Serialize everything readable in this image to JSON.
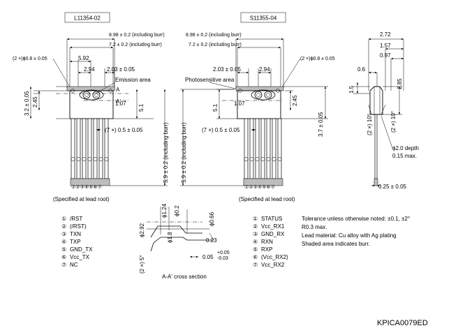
{
  "left_part": {
    "model": "L11354-02",
    "dims": {
      "width_burr": "8.98 ± 0.2 (including burr)",
      "width2_burr": "7.2 ± 0.2 (including burr)",
      "hole": "(2 ×)ϕ0.8 ± 0.05",
      "d592": "5.92",
      "d294": "2.94",
      "d203": "2.03 ± 0.05",
      "emission": "Emission area",
      "a_label": "A",
      "a_prime": "A'",
      "d107": "1.07",
      "d32": "3.2 ± 0.05",
      "d245": "2.45",
      "d51": "5.1",
      "pitch": "(7 ×) 0.5 ± 0.05",
      "lead_len": "5.9 ± 0.2 (including burr)"
    },
    "note": "(Specified at lead root)",
    "pins": [
      {
        "num": "①",
        "name": "/RST"
      },
      {
        "num": "②",
        "name": "(/RST)"
      },
      {
        "num": "③",
        "name": "TXN"
      },
      {
        "num": "④",
        "name": "TXP"
      },
      {
        "num": "⑤",
        "name": "GND_TX"
      },
      {
        "num": "⑥",
        "name": "Vcc_TX"
      },
      {
        "num": "⑦",
        "name": "NC"
      }
    ]
  },
  "right_part": {
    "model": "S11355-04",
    "dims": {
      "width_burr": "8.98 ± 0.2 (including burr)",
      "width2_burr": "7.2 ± 0.2 (including burr)",
      "hole": "(2 ×)ϕ0.8 ± 0.05",
      "d203": "2.03 ± 0.05",
      "d294": "2.94",
      "photo": "Photosensitive area",
      "d107": "1.07",
      "d51": "5.1",
      "d245": "2.45",
      "d37": "3.7 ± 0.05",
      "pitch": "(7 ×) 0.5 ± 0.05",
      "lead_len": "5.9 ± 0.2 (including burr)"
    },
    "note": "(Specified at lead root)",
    "pins": [
      {
        "num": "①",
        "name": "STATUS"
      },
      {
        "num": "②",
        "name": "Vcc_RX1"
      },
      {
        "num": "③",
        "name": "GND_RX"
      },
      {
        "num": "④",
        "name": "RXN"
      },
      {
        "num": "⑤",
        "name": "RXP"
      },
      {
        "num": "⑥",
        "name": "(Vcc_RX2)"
      },
      {
        "num": "⑦",
        "name": "Vcc_RX2"
      }
    ]
  },
  "side_view": {
    "d272": "2.72",
    "d157": "1.57",
    "d097": "0.97",
    "d06": "0.6",
    "d15": "1.5",
    "d285": "2.85",
    "angle_left": "(2 ×) 10°",
    "angle_right": "(2 ×) 10°",
    "depth": "ϕ2.0 depth",
    "depth2": "0.15 max.",
    "lead_w": "0.25 ± 0.05"
  },
  "cross_section": {
    "d124": "ϕ1.24",
    "d02": "ϕ0.2",
    "d066": "ϕ0.66",
    "d292": "ϕ2.92",
    "d18": "ϕ1.8",
    "d023": "0.23",
    "angle": "(2 ×) 5°",
    "d005": "0.05",
    "tol_plus": "+0.05",
    "tol_minus": "-0.03",
    "title": "A-A' cross section"
  },
  "notes": [
    "Tolerance unless otherwise noted: ±0.1, ±2°",
    "R0.3 max.",
    "Lead material: Cu alloy with Ag plating",
    "Shaded area indicates burr."
  ],
  "doc_code": "KPICA0079ED"
}
